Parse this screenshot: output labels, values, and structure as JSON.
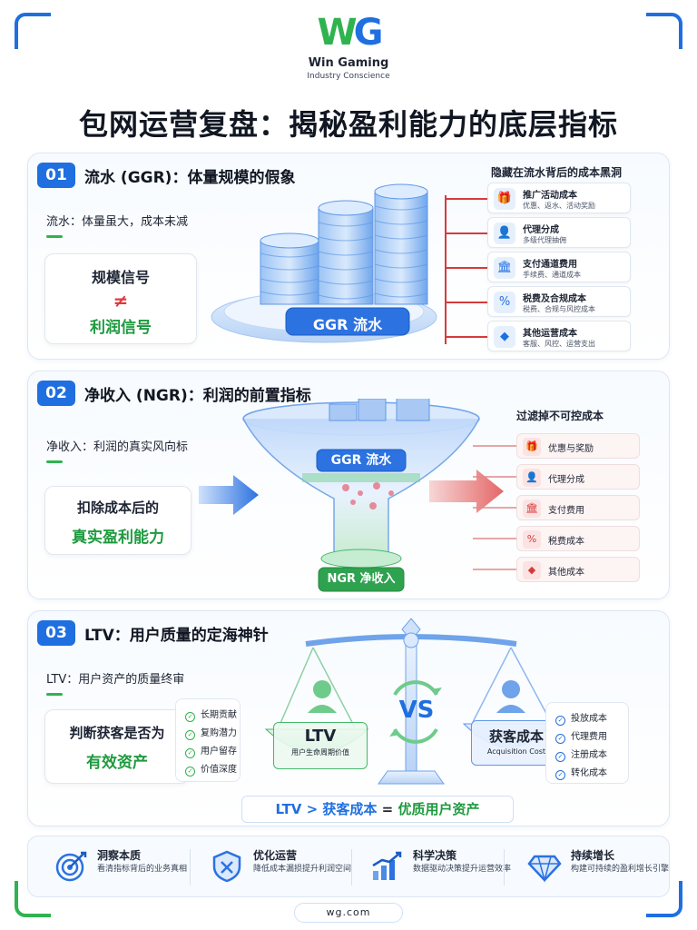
{
  "header": {
    "logo_w": "W",
    "logo_g": "G",
    "brand": "Win Gaming",
    "tagline": "Industry Conscience",
    "title": "包网运营复盘：揭秘盈利能力的底层指标"
  },
  "section1": {
    "number": "01",
    "title": "流水 (GGR)：体量规模的假象",
    "subtitle": "流水：体量虽大，成本未减",
    "callout_top": "规模信号",
    "callout_symbol": "≠",
    "callout_bottom": "利润信号",
    "visual_label": "GGR 流水",
    "list_title": "隐藏在流水背后的成本黑洞",
    "costs": [
      {
        "icon": "gift-icon",
        "glyph": "🎁",
        "title": "推广活动成本",
        "desc": "优惠、返水、活动奖励"
      },
      {
        "icon": "user-icon",
        "glyph": "👤",
        "title": "代理分成",
        "desc": "多级代理抽佣"
      },
      {
        "icon": "bank-icon",
        "glyph": "🏛",
        "title": "支付通道费用",
        "desc": "手续费、通道成本"
      },
      {
        "icon": "percent-icon",
        "glyph": "%",
        "title": "税费及合规成本",
        "desc": "税费、合规与风控成本"
      },
      {
        "icon": "box-icon",
        "glyph": "◆",
        "title": "其他运营成本",
        "desc": "客服、风控、运营支出"
      }
    ]
  },
  "section2": {
    "number": "02",
    "title": "净收入 (NGR)：利润的前置指标",
    "subtitle": "净收入：利润的真实风向标",
    "callout_top": "扣除成本后的",
    "callout_bottom": "真实盈利能力",
    "funnel_top_label": "GGR 流水",
    "funnel_bottom_label": "NGR 净收入",
    "list_title": "过滤掉不可控成本",
    "filters": [
      {
        "icon": "gift-icon",
        "glyph": "🎁",
        "label": "优惠与奖励"
      },
      {
        "icon": "user-icon",
        "glyph": "👤",
        "label": "代理分成"
      },
      {
        "icon": "bank-icon",
        "glyph": "🏛",
        "label": "支付费用"
      },
      {
        "icon": "percent-icon",
        "glyph": "%",
        "label": "税费成本"
      },
      {
        "icon": "box-icon",
        "glyph": "◆",
        "label": "其他成本"
      }
    ]
  },
  "section3": {
    "number": "03",
    "title": "LTV：用户质量的定海神针",
    "subtitle": "LTV：用户资产的质量终审",
    "callout_top": "判断获客是否为",
    "callout_bottom": "有效资产",
    "left_checks": [
      "长期贡献",
      "复购潜力",
      "用户留存",
      "价值深度"
    ],
    "right_checks": [
      "投放成本",
      "代理费用",
      "注册成本",
      "转化成本"
    ],
    "ltv_label": "LTV",
    "ltv_desc": "用户生命周期价值",
    "vs": "VS",
    "cac_label": "获客成本",
    "cac_desc": "Acquisition Cost",
    "formula_left": "LTV > 获客成本",
    "formula_eq": "=",
    "formula_right": "优质用户资产"
  },
  "footer": {
    "items": [
      {
        "icon": "target-icon",
        "title": "洞察本质",
        "desc": "看清指标背后的业务真相"
      },
      {
        "icon": "shield-icon",
        "title": "优化运营",
        "desc": "降低成本漏损提升利润空间"
      },
      {
        "icon": "bar-chart-icon",
        "title": "科学决策",
        "desc": "数据驱动决策提升运营效率"
      },
      {
        "icon": "diamond-icon",
        "title": "持续增长",
        "desc": "构建可持续的盈利增长引擎"
      }
    ],
    "url": "wg.com"
  },
  "colors": {
    "blue": "#1f6fe0",
    "green": "#2fb34f",
    "red": "#e03a3a"
  }
}
